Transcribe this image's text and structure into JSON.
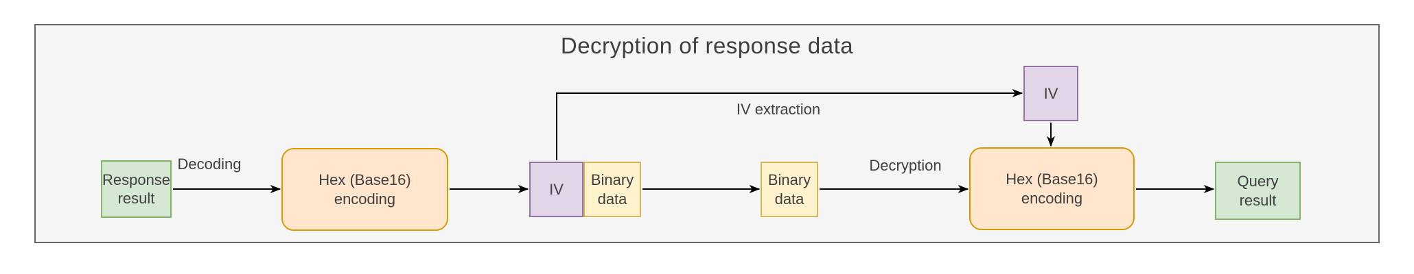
{
  "title": "Decryption of response data",
  "nodes": {
    "response_result": {
      "label": "Response\nresult",
      "type": "terminal"
    },
    "hex_encoding_1": {
      "label": "Hex (Base16)\nencoding",
      "type": "process"
    },
    "iv_inline": {
      "label": "IV",
      "type": "data-segment"
    },
    "binary_data_1": {
      "label": "Binary\ndata",
      "type": "data-segment"
    },
    "binary_data_2": {
      "label": "Binary\ndata",
      "type": "data"
    },
    "hex_encoding_2": {
      "label": "Hex (Base16)\nencoding",
      "type": "process"
    },
    "query_result": {
      "label": "Query\nresult",
      "type": "terminal"
    },
    "iv_extracted": {
      "label": "IV",
      "type": "data"
    }
  },
  "edge_labels": {
    "decoding": "Decoding",
    "decryption": "Decryption",
    "iv_extraction": "IV extraction"
  },
  "colors": {
    "frame_background": "#f5f5f5",
    "frame_border": "#666666",
    "terminal_fill": "#d5e8d4",
    "terminal_border": "#82b366",
    "process_fill": "#ffe6cc",
    "process_border": "#d79b00",
    "data_fill": "#fff2cc",
    "data_border": "#d6b656",
    "iv_fill": "#e1d5e7",
    "iv_border": "#9673a6",
    "text": "#3f3f3f",
    "arrow": "#000000"
  }
}
